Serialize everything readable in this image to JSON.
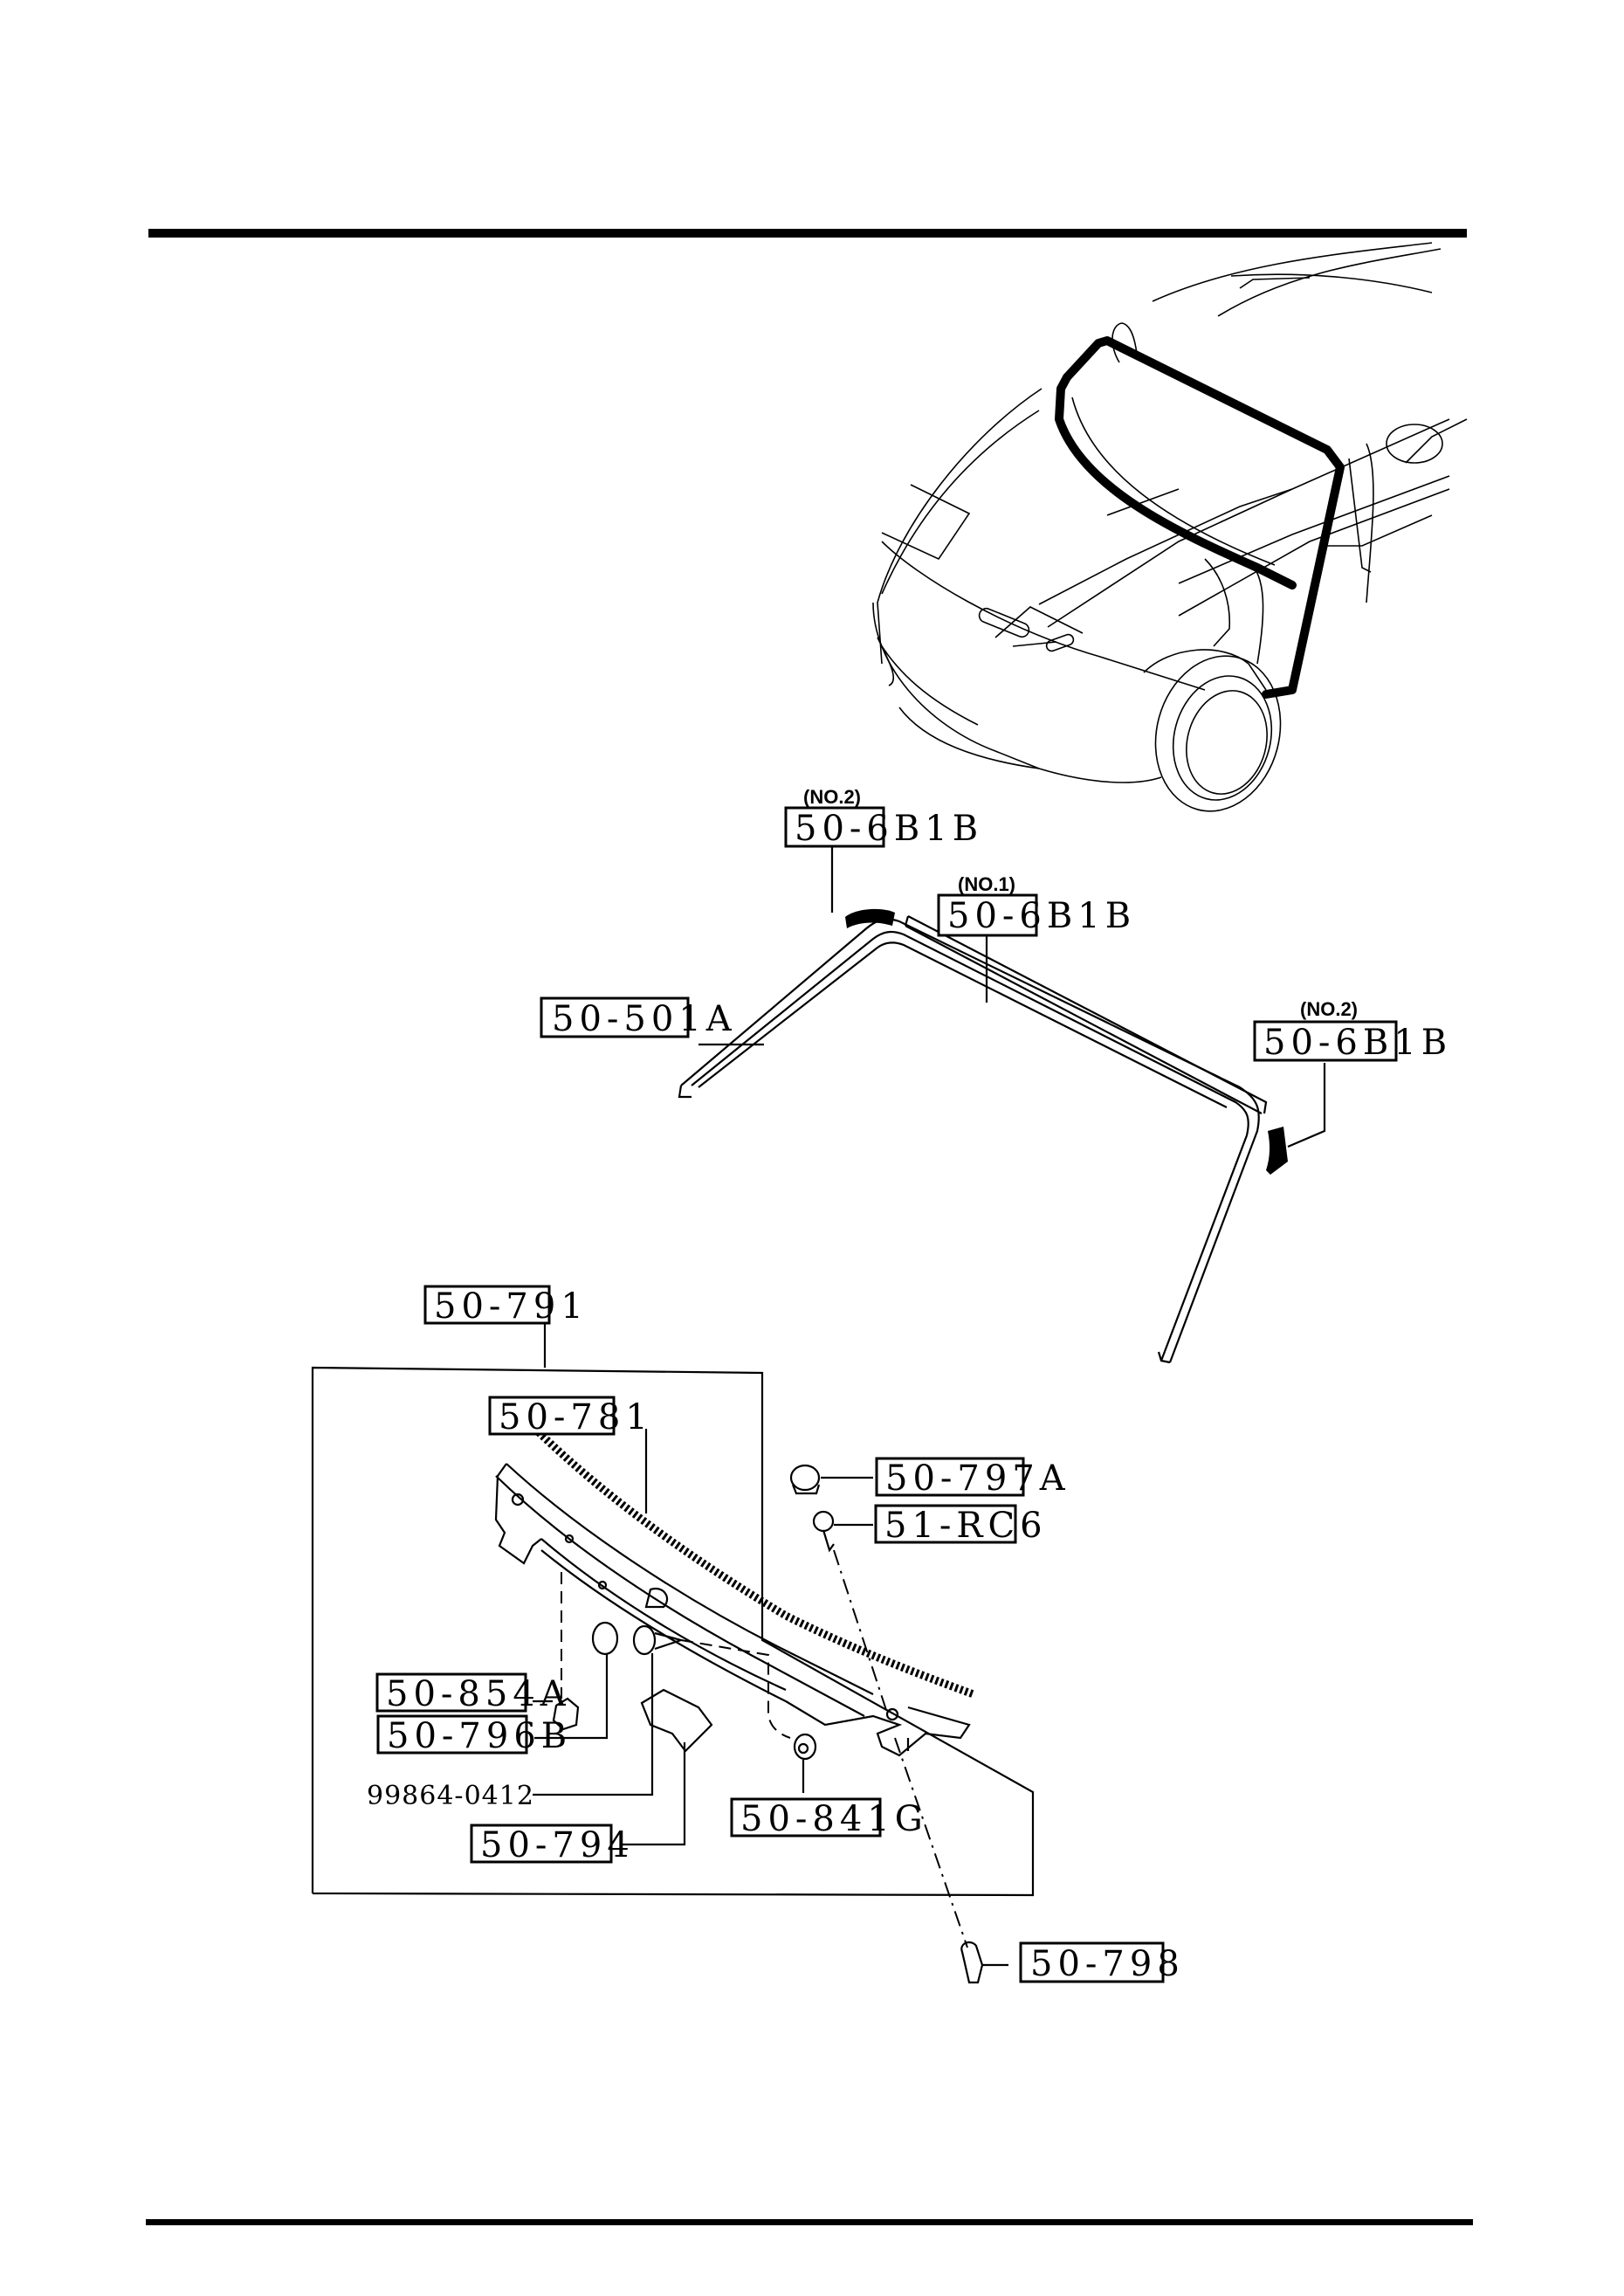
{
  "page": {
    "type": "parts-catalog-exploded-view",
    "subject": "Windshield molding and cowl grille"
  },
  "callouts": {
    "molding_no2_left": {
      "qualifier": "(NO.2)",
      "part_number": "50-6B1B"
    },
    "molding_no1": {
      "qualifier": "(NO.1)",
      "part_number": "50-6B1B"
    },
    "molding_no2_right": {
      "qualifier": "(NO.2)",
      "part_number": "50-6B1B"
    },
    "windshield_molding": {
      "part_number": "50-501A"
    },
    "cowl_grille_assy": {
      "part_number": "50-791"
    },
    "seal_rubber": {
      "part_number": "50-781"
    },
    "cap": {
      "part_number": "50-797A"
    },
    "screw": {
      "part_number": "51-RC6"
    },
    "clip_854": {
      "part_number": "50-854A"
    },
    "cap_796": {
      "part_number": "50-796B"
    },
    "screw_99864": {
      "part_number": "99864-0412"
    },
    "plate": {
      "part_number": "50-794"
    },
    "nut": {
      "part_number": "50-841G"
    },
    "fastener": {
      "part_number": "50-798"
    }
  }
}
